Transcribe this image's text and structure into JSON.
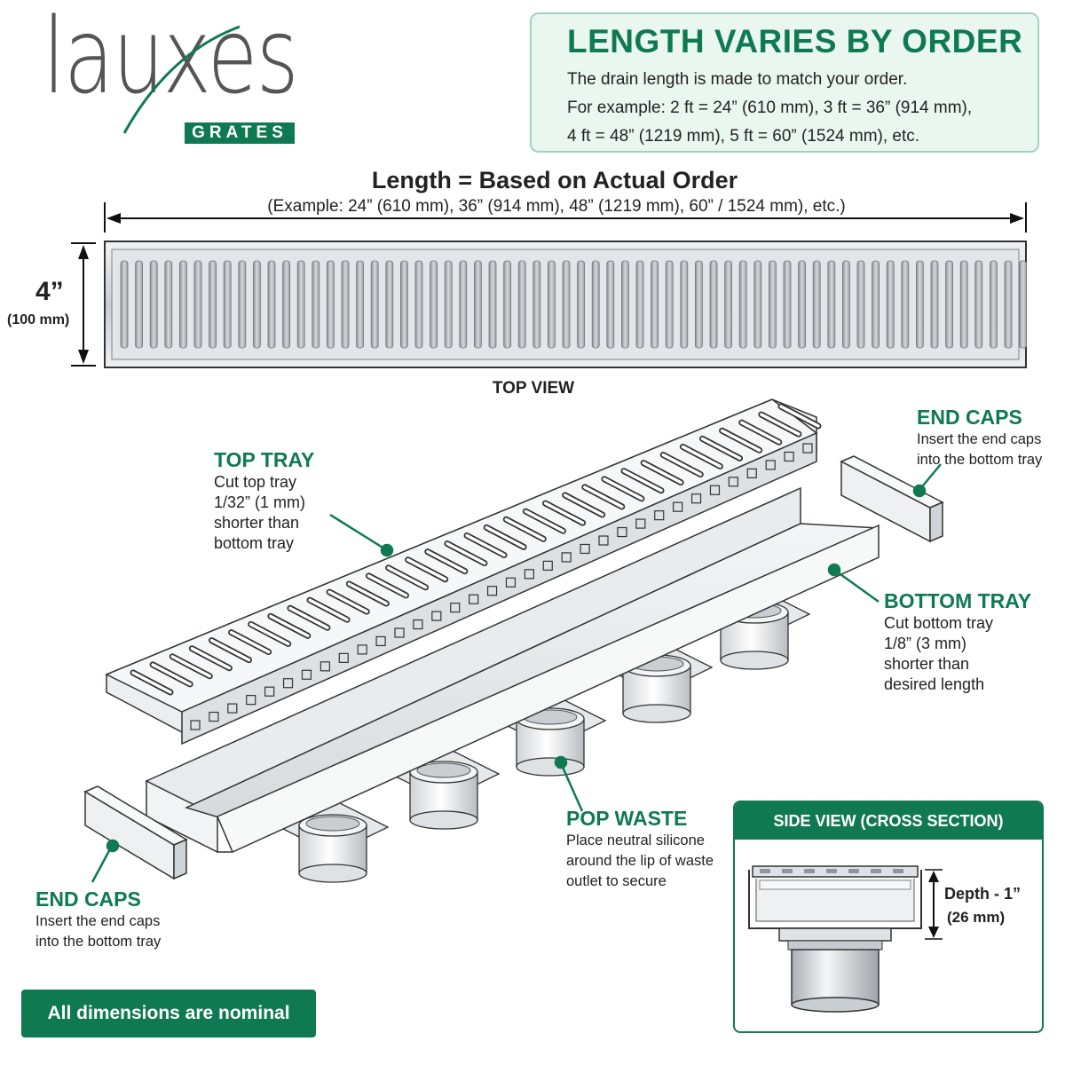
{
  "logo": {
    "word": "lauxes",
    "tag": "GRATES"
  },
  "info_box": {
    "title": "LENGTH VARIES BY ORDER",
    "line1": "The drain length is made to match your order.",
    "line2": "For example: 2 ft = 24” (610 mm), 3 ft = 36” (914 mm),",
    "line3": "4 ft = 48” (1219 mm), 5 ft = 60” (1524 mm), etc."
  },
  "top_view": {
    "length_title": "Length = Based on Actual Order",
    "length_example": "(Example: 24” (610 mm), 36” (914 mm), 48” (1219 mm), 60” / 1524 mm), etc.)",
    "width_in": "4”",
    "width_mm": "(100 mm)",
    "label": "TOP VIEW"
  },
  "callouts": {
    "top_tray": {
      "title": "TOP TRAY",
      "lines": [
        "Cut top tray",
        "1/32” (1 mm)",
        "shorter than",
        "bottom tray"
      ]
    },
    "end_caps_right": {
      "title": "END CAPS",
      "lines": [
        "Insert the end caps",
        "into the bottom tray"
      ]
    },
    "bottom_tray": {
      "title": "BOTTOM TRAY",
      "lines": [
        "Cut bottom tray",
        "1/8” (3 mm)",
        "shorter than",
        "desired length"
      ]
    },
    "pop_waste": {
      "title": "POP WASTE",
      "lines": [
        "Place neutral silicone",
        "around the lip of waste",
        "outlet to secure"
      ]
    },
    "end_caps_left": {
      "title": "END CAPS",
      "lines": [
        "Insert the end caps",
        "into the bottom tray"
      ]
    }
  },
  "side_view": {
    "title": "SIDE VIEW (CROSS SECTION)",
    "depth": "Depth - 1”",
    "depth_mm": "(26 mm)"
  },
  "footer_note": "All dimensions are nominal",
  "colors": {
    "brand_green": "#0f7a52",
    "info_bg": "#eaf7f1",
    "steel": "#d9dde0"
  }
}
